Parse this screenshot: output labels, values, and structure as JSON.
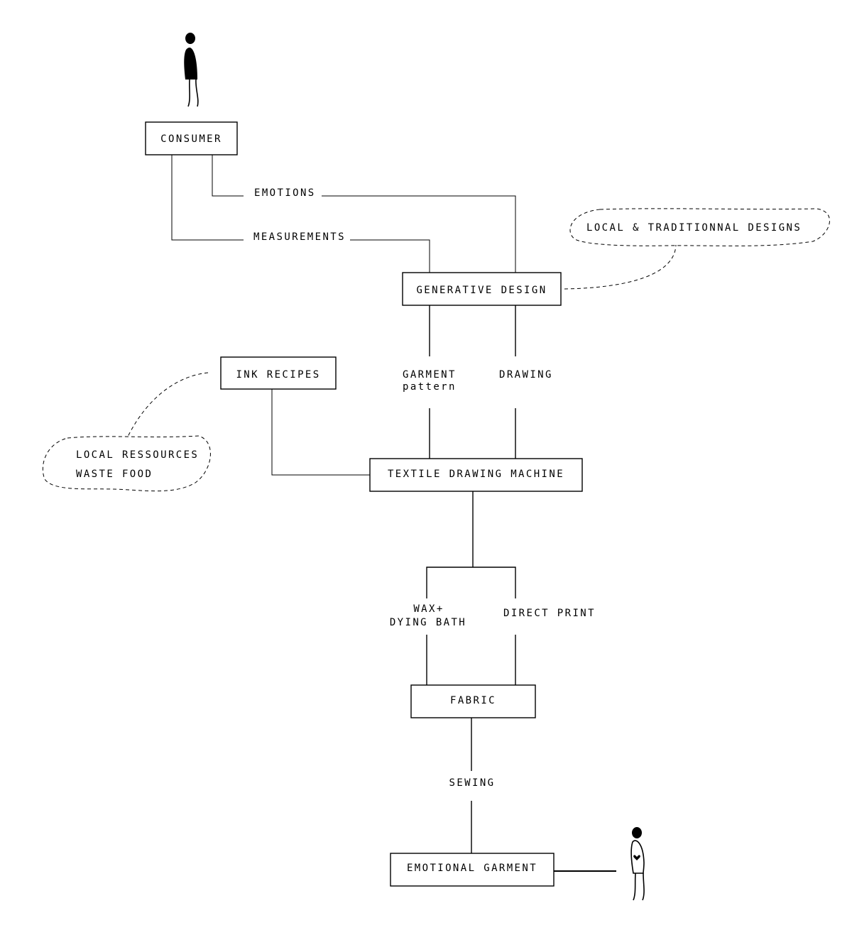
{
  "nodes": {
    "consumer": "CONSUMER",
    "generative_design": "GENERATIVE DESIGN",
    "ink_recipes": "INK RECIPES",
    "textile_drawing_machine": "TEXTILE DRAWING MACHINE",
    "fabric": "FABRIC",
    "emotional_garment": "EMOTIONAL GARMENT"
  },
  "edges": {
    "emotions": "EMOTIONS",
    "measurements": "MEASUREMENTS",
    "garment_line1": "GARMENT",
    "garment_line2": "pattern",
    "drawing": "DRAWING",
    "wax_line1": "WAX+",
    "wax_line2": "DYING BATH",
    "direct_print": "DIRECT PRINT",
    "sewing": "SEWING"
  },
  "clouds": {
    "designs": "LOCAL & TRADITIONNAL DESIGNS",
    "resources_line1": "LOCAL RESSOURCES",
    "resources_line2": "WASTE FOOD"
  },
  "icons": {
    "consumer_figure": "person-icon",
    "garment_figure": "person-with-heart-icon"
  }
}
